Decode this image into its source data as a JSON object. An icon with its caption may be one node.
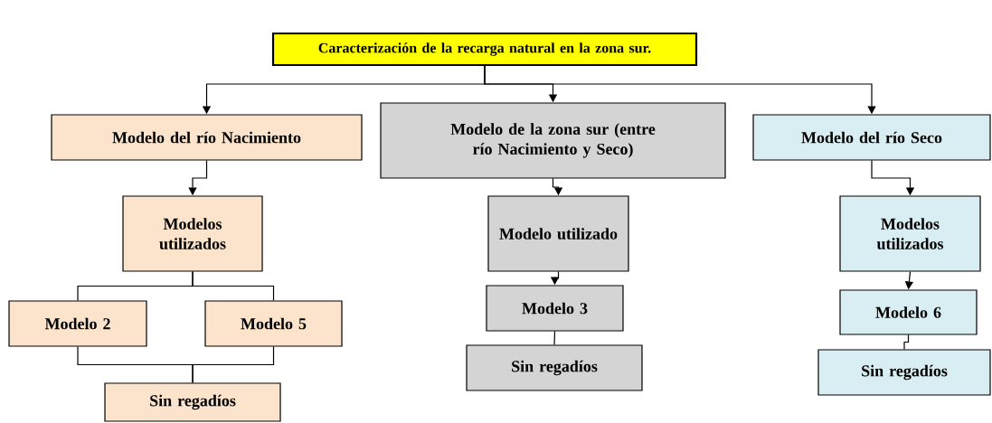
{
  "diagram": {
    "nodes": [
      {
        "text": [
          "Caracterización de la recarga natural en la zona sur."
        ]
      },
      {
        "text": [
          "Modelo del río Nacimiento"
        ]
      },
      {
        "text": [
          "Modelos utilizados"
        ]
      },
      {
        "text": [
          "Modelo 2"
        ]
      },
      {
        "text": [
          "Modelo 5"
        ]
      },
      {
        "text": [
          "Sin regadíos"
        ]
      },
      {
        "text": [
          "Modelo de la zona sur (entre río Nacimiento y Seco)"
        ]
      },
      {
        "text": [
          "Modelo utilizado"
        ]
      },
      {
        "text": [
          "Modelo 3"
        ]
      },
      {
        "text": [
          "Sin regadíos"
        ]
      },
      {
        "text": [
          "Modelo del río Seco"
        ]
      },
      {
        "text": [
          "Modelos utilizados"
        ]
      },
      {
        "text": [
          "Modelo 6"
        ]
      },
      {
        "text": [
          "Sin regadíos"
        ]
      }
    ],
    "edges": [
      {
        "from": 0,
        "to": 1,
        "arrow": "to"
      },
      {
        "from": 0,
        "to": 6,
        "arrow": "to"
      },
      {
        "from": 0,
        "to": 10,
        "arrow": "to"
      },
      {
        "from": 1,
        "to": 2,
        "arrow": "to"
      },
      {
        "from": 2,
        "to": 3,
        "arrow": "none"
      },
      {
        "from": 2,
        "to": 4,
        "arrow": "none"
      },
      {
        "from": 3,
        "to": 5,
        "arrow": "none"
      },
      {
        "from": 4,
        "to": 5,
        "arrow": "none"
      },
      {
        "from": 6,
        "to": 7,
        "arrow": "to"
      },
      {
        "from": 7,
        "to": 8,
        "arrow": "to"
      },
      {
        "from": 8,
        "to": 9,
        "arrow": "none"
      },
      {
        "from": 10,
        "to": 11,
        "arrow": "to"
      },
      {
        "from": 11,
        "to": 12,
        "arrow": "to"
      },
      {
        "from": 12,
        "to": 13,
        "arrow": "none"
      }
    ]
  }
}
